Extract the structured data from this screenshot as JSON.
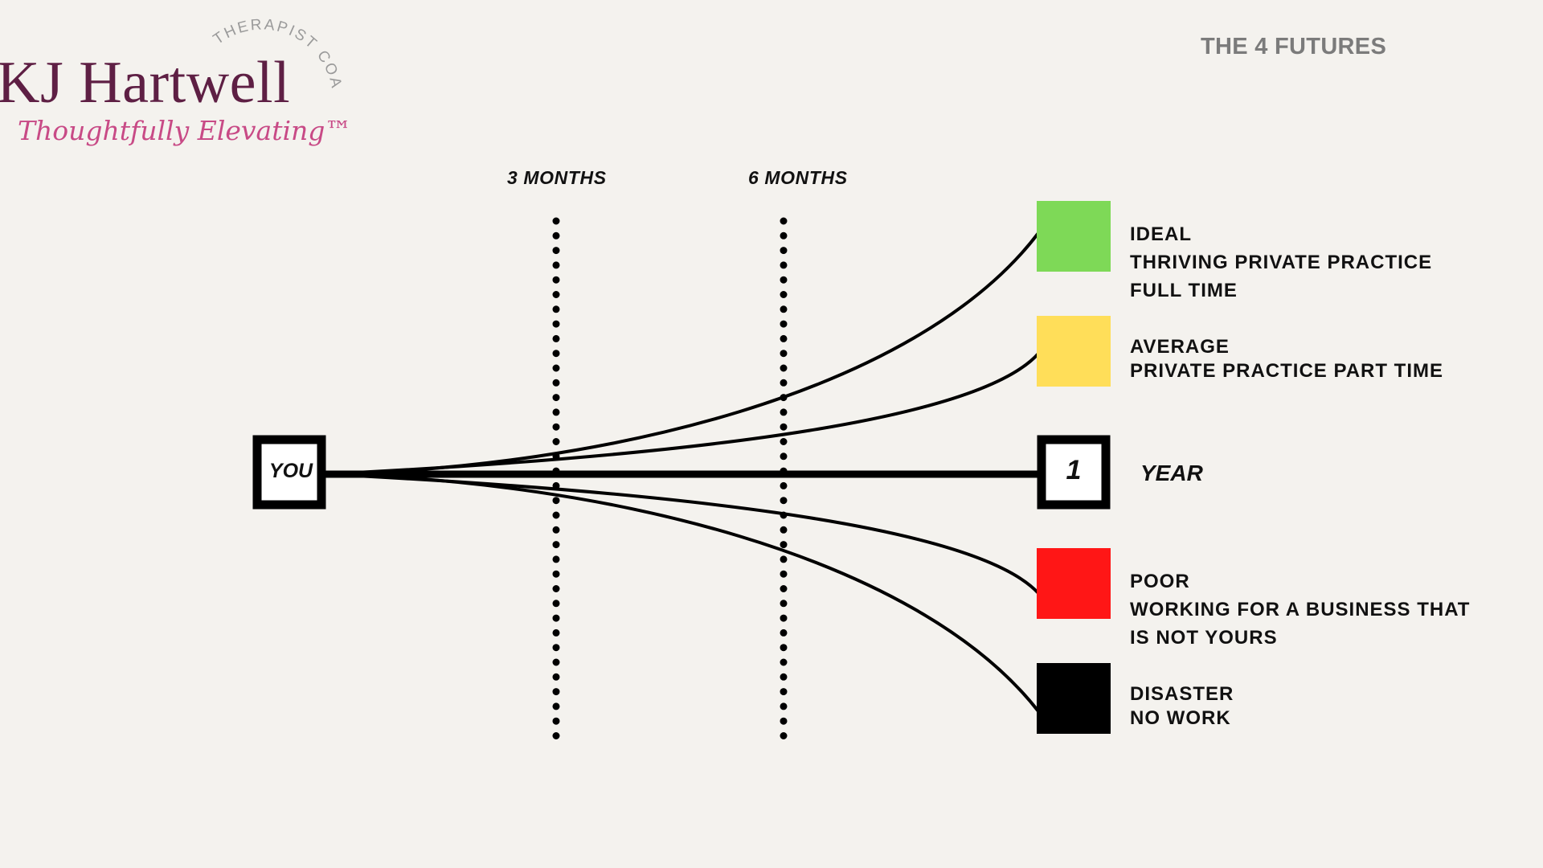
{
  "brand": {
    "name": "KJ Hartwell",
    "arc_text": "THERAPIST COACH",
    "tagline": "Thoughtfully Elevating™"
  },
  "page": {
    "title": "THE 4 FUTURES"
  },
  "timeline": {
    "start_label": "YOU",
    "end_number": "1",
    "end_label": "YEAR",
    "markers": [
      "3 MONTHS",
      "6 MONTHS"
    ]
  },
  "futures": [
    {
      "color": "#7ed957",
      "lines": [
        "IDEAL",
        "THRIVING PRIVATE PRACTICE",
        "FULL TIME"
      ]
    },
    {
      "color": "#ffde59",
      "lines": [
        "AVERAGE",
        "PRIVATE PRACTICE PART TIME"
      ]
    },
    {
      "color": "#ff1616",
      "lines": [
        "POOR",
        "WORKING FOR A BUSINESS THAT",
        "IS NOT YOURS"
      ]
    },
    {
      "color": "#000000",
      "lines": [
        "DISASTER",
        "NO WORK"
      ]
    }
  ]
}
